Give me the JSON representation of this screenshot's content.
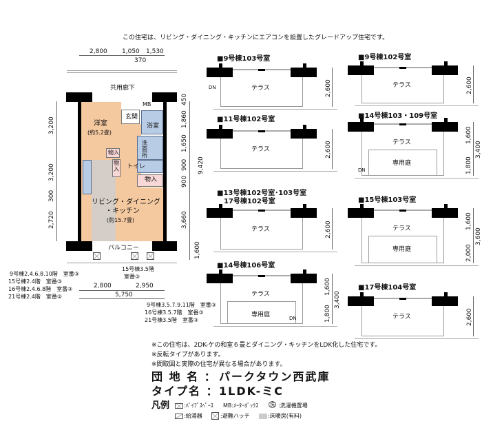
{
  "header_note": "この住宅は、リビング・ダイニング・キッチンにエアコンを設置したグレードアップ住宅です。",
  "plan": {
    "top_dims": [
      "2,800",
      "1,050",
      "1,530",
      "370"
    ],
    "corridor": "共用廊下",
    "mb": "MB",
    "rooms": {
      "western": "洋室",
      "western_size": "(約5.2畳)",
      "entrance": "玄関",
      "bath": "浴室",
      "washroom": "洗面所",
      "storage1": "物入",
      "storage2": "物入",
      "storage3": "物入",
      "toilet": "トイレ",
      "ldk1": "リビング・ダイニング",
      "ldk2": "・キッチン",
      "ldk_size": "(約15.7畳)",
      "balcony": "バルコニー"
    },
    "left_dims": [
      "3,200",
      "3,200",
      "300",
      "2,720"
    ],
    "right_dims": [
      "450",
      "1,860",
      "1,650",
      "900",
      "900",
      "3,660",
      "9,420",
      "1,600"
    ],
    "bottom_dims": [
      "2,800",
      "2,950",
      "5,750"
    ],
    "hatch_note_mid": [
      "15号棟3.5階",
      "室番③"
    ],
    "hatch_note_left": [
      "9号棟2.4.6.8.10階　室番③",
      "15号棟2.4階　室番③",
      "16号棟2.4.6.8階　室番③",
      "21号棟2.4階　室番②"
    ],
    "hatch_note_right": [
      "9号棟3.5.7.9.11階　室番③",
      "16号棟3.5.7階　室番③",
      "21号棟3.5階　室番③"
    ]
  },
  "panels": [
    {
      "title": "■9号棟103号室",
      "terrace": "テラス",
      "dims": [
        "2,600"
      ]
    },
    {
      "title": "■9号棟102号室",
      "terrace": "テラス",
      "dims": [
        "2,600"
      ]
    },
    {
      "title": "■11号棟102号室",
      "terrace": "テラス",
      "dims": [
        "2,600"
      ]
    },
    {
      "title": "■14号棟103・109号室",
      "terrace": "テラス",
      "garden": "専用庭",
      "dims": [
        "1,600",
        "1,800",
        "3,400"
      ]
    },
    {
      "title": "■13号棟102号室･103号室",
      "title2": "17号棟102号室",
      "terrace": "テラス",
      "dims": [
        "2,600"
      ]
    },
    {
      "title": "■15号棟103号室",
      "terrace": "テラス",
      "garden": "専用庭",
      "dims": [
        "1,600",
        "2,000",
        "3,600"
      ]
    },
    {
      "title": "■14号棟106号室",
      "terrace": "テラス",
      "garden": "専用庭",
      "dims": [
        "1,600",
        "1,800",
        "3,400"
      ]
    },
    {
      "title": "■17号棟104号室",
      "terrace": "テラス",
      "dims": [
        "2,600"
      ]
    }
  ],
  "dn": "DN",
  "notes": [
    "※この住宅は、2DK-ケの和室６畳とダイニング・キッチンをLDK化した住宅です。",
    "※反転タイプがあります。",
    "※間取図と実際の住宅が異なる場合があります。"
  ],
  "estate_label": "団 地 名 ：",
  "estate_name": "パークタウン西武庫",
  "type_label": "タイプ名 ：",
  "type_name": "1LDK-ミC",
  "legend": {
    "title": "凡例",
    "items": [
      ":ﾊﾟｲﾌﾟｽﾍﾟｰｽ",
      "MB:ﾒｰﾀｰﾎﾞｯｸｽ",
      "洗",
      ":洗濯機置場",
      ":給湯器",
      ":避難ハッチ",
      ":床暖房(有料)"
    ]
  }
}
